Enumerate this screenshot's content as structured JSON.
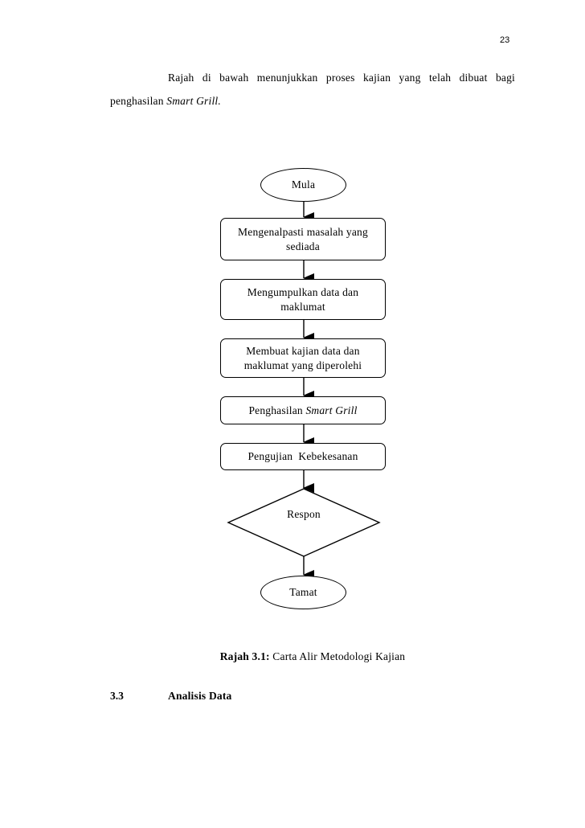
{
  "page_number": "23",
  "intro": {
    "line1": "Rajah di bawah menunjukkan proses kajian yang telah dibuat bagi",
    "line2_prefix": "penghasilan ",
    "line2_italic": "Smart Grill."
  },
  "flowchart": {
    "start": "Mula",
    "steps": [
      {
        "line1": "Mengenalpasti masalah yang",
        "line2": "sediada"
      },
      {
        "line1": "Mengumpulkan data dan",
        "line2": "maklumat"
      },
      {
        "line1": "Membuat kajian data dan",
        "line2": "maklumat yang diperolehi"
      },
      {
        "prefix": "Penghasilan ",
        "italic": "Smart Grill"
      },
      {
        "text": "Pengujian  Kebekesanan"
      }
    ],
    "decision": "Respon",
    "end": "Tamat"
  },
  "caption": {
    "label": "Rajah 3.1:",
    "text": " Carta Alir Metodologi Kajian"
  },
  "section": {
    "number": "3.3",
    "title": "Analisis Data"
  }
}
